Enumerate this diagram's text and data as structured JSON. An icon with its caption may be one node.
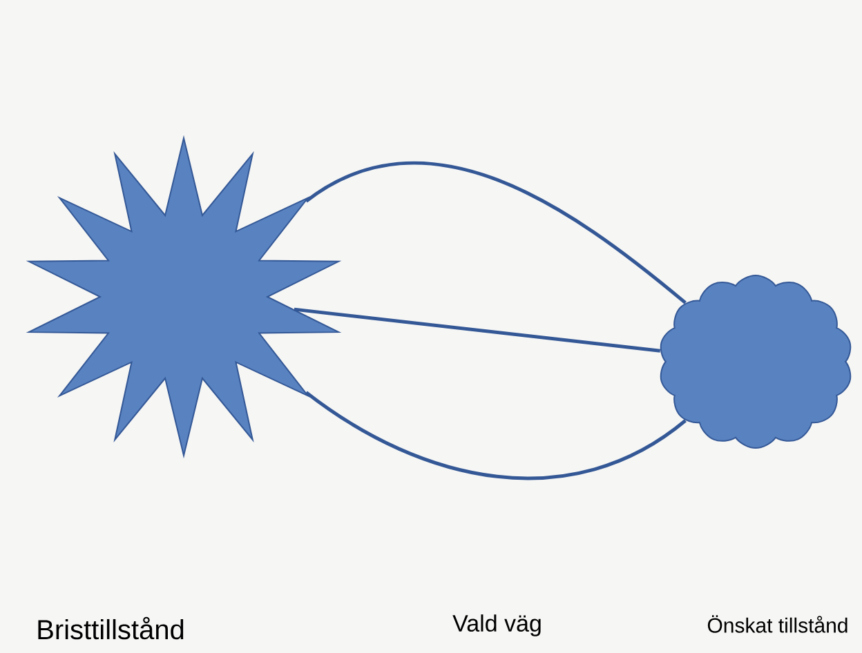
{
  "diagram": {
    "nodes": [
      {
        "text": [],
        "shape": "star"
      },
      {
        "text": [],
        "shape": "cloud"
      }
    ],
    "edges": [
      {
        "from": 0,
        "to": 1,
        "arrow": "none"
      },
      {
        "from": 0,
        "to": 1,
        "arrow": "none"
      },
      {
        "from": 0,
        "to": 1,
        "arrow": "none"
      }
    ],
    "labels": [
      "Bristtillstånd",
      "Vald väg",
      "Önskat tillstånd"
    ]
  }
}
